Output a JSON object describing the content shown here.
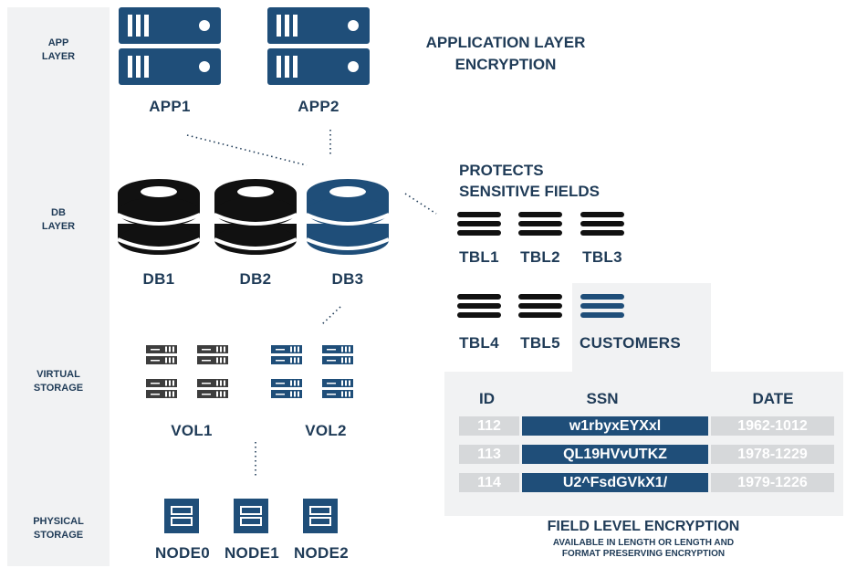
{
  "layers": {
    "app": "APP\nLAYER",
    "db": "DB\nLAYER",
    "virtual": "VIRTUAL\nSTORAGE",
    "physical": "PHYSICAL\nSTORAGE"
  },
  "apps": [
    "APP1",
    "APP2"
  ],
  "app_heading": [
    "APPLICATION LAYER",
    "ENCRYPTION"
  ],
  "dbs": [
    "DB1",
    "DB2",
    "DB3"
  ],
  "db_heading": [
    "PROTECTS",
    "SENSITIVE FIELDS"
  ],
  "tables": [
    "TBL1",
    "TBL2",
    "TBL3",
    "TBL4",
    "TBL5",
    "CUSTOMERS"
  ],
  "volumes": [
    "VOL1",
    "VOL2"
  ],
  "nodes": [
    "NODE0",
    "NODE1",
    "NODE2"
  ],
  "customer_table": {
    "headers": [
      "ID",
      "SSN",
      "DATE"
    ],
    "rows": [
      [
        "112",
        "w1rbyxEYXxl",
        "1962-1012"
      ],
      [
        "113",
        "QL19HVvUTKZ",
        "1978-1229"
      ],
      [
        "114",
        "U2^FsdGVkX1/",
        "1979-1226"
      ]
    ]
  },
  "footer": {
    "title": "FIELD LEVEL ENCRYPTION",
    "subtitle": "AVAILABLE IN LENGTH OR LENGTH AND\nFORMAT PRESERVING ENCRYPTION"
  },
  "colors": {
    "navy": "#1f4e79",
    "black": "#111111",
    "dark_grey": "#3d3d3d",
    "panel": "#f1f2f3"
  }
}
